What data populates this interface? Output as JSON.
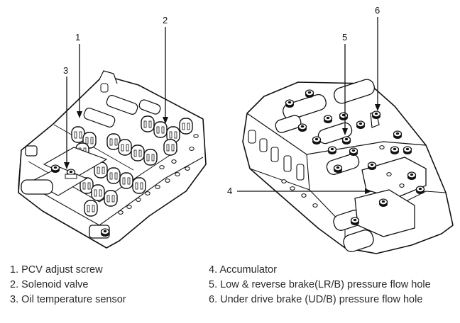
{
  "callouts": {
    "c1": "1",
    "c2": "2",
    "c3": "3",
    "c4": "4",
    "c5": "5",
    "c6": "6"
  },
  "legend": {
    "left": [
      "1. PCV adjust screw",
      "2. Solenoid valve",
      "3. Oil temperature sensor"
    ],
    "right": [
      "4. Accumulator",
      "5. Low & reverse brake(LR/B) pressure flow hole",
      "6. Under drive brake (UD/B) pressure flow hole"
    ]
  }
}
